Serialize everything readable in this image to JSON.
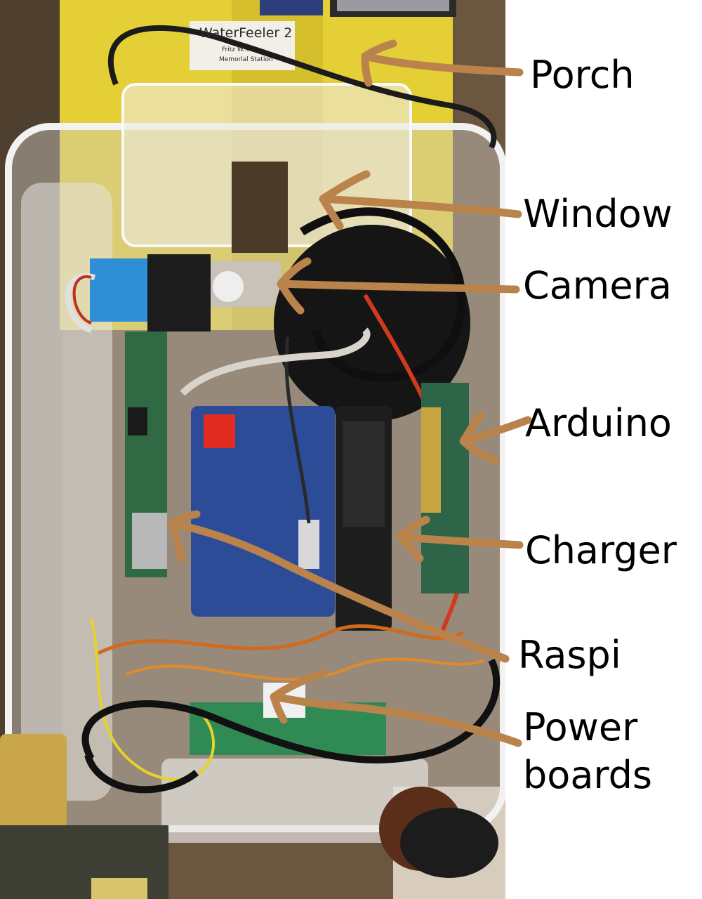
{
  "labels": [
    {
      "id": "porch",
      "text": "Porch"
    },
    {
      "id": "window",
      "text": "Window"
    },
    {
      "id": "camera",
      "text": "Camera"
    },
    {
      "id": "arduino",
      "text": "Arduino"
    },
    {
      "id": "charger",
      "text": "Charger"
    },
    {
      "id": "raspi",
      "text": "Raspi"
    },
    {
      "id": "power-boards",
      "text": "Power boards"
    }
  ],
  "sign": {
    "title": "WaterFeeler 2",
    "line1": "Fritz W...",
    "line2": "Memorial Station"
  },
  "colors": {
    "arrow": "#b9834b",
    "label_text": "#000000",
    "background": "#ffffff",
    "yellow_wood": "#e8d23a",
    "battery_blue": "#2c4c98"
  }
}
